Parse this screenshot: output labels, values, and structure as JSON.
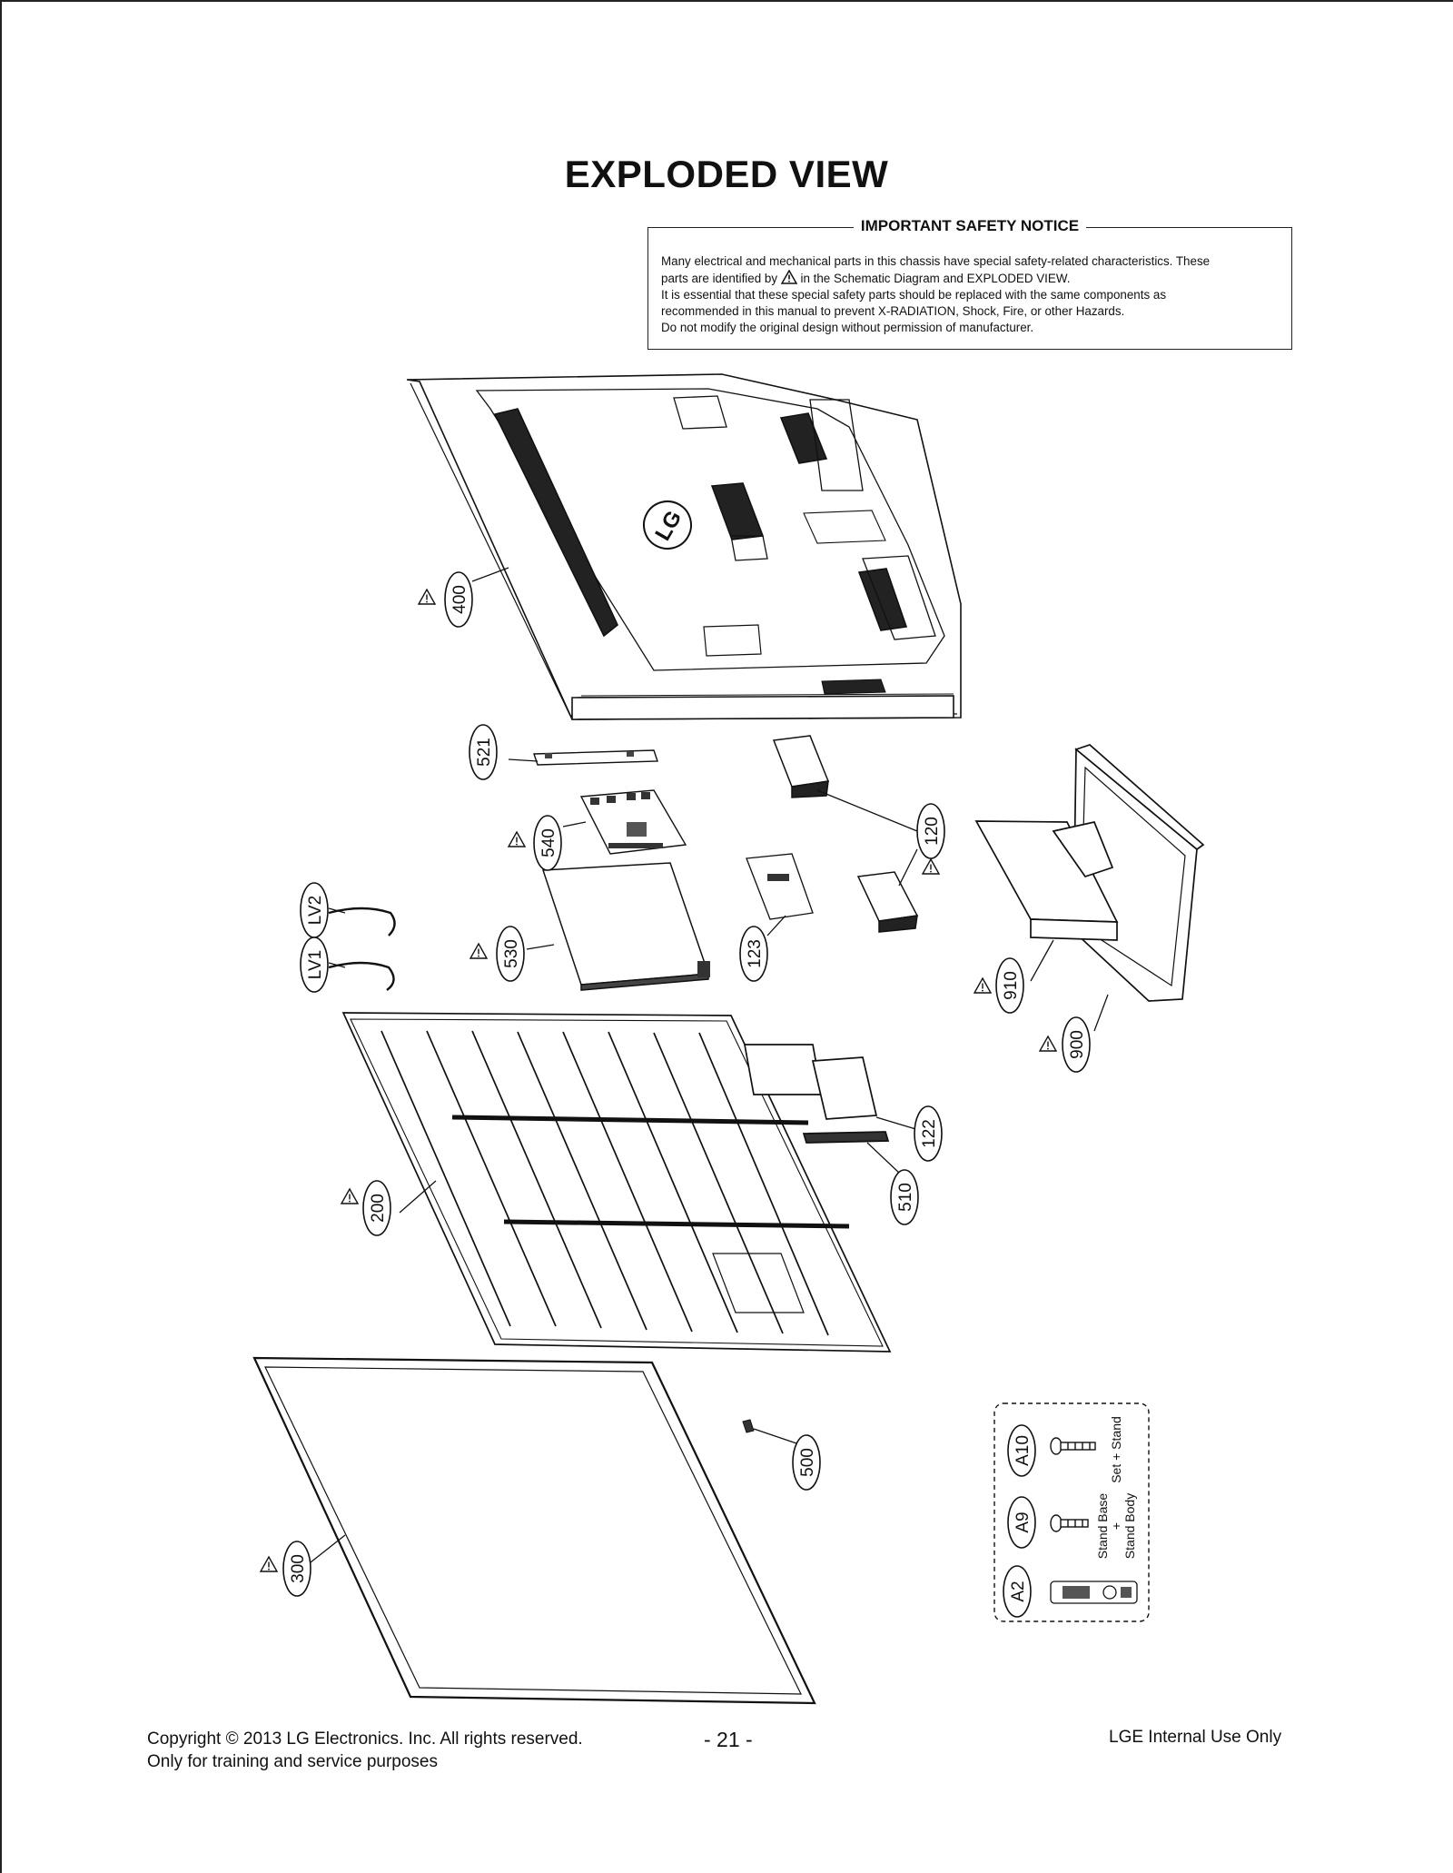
{
  "page": {
    "title": "EXPLODED VIEW"
  },
  "notice": {
    "heading": "IMPORTANT SAFETY NOTICE",
    "line1": "Many electrical and mechanical parts in this chassis have special safety-related characteristics. These",
    "line2a": "parts are identified by",
    "line2b": "in the Schematic Diagram and EXPLODED VIEW.",
    "line3": "It is essential that these special safety parts should be replaced with the same components as",
    "line4": "recommended in this manual to prevent X-RADIATION, Shock, Fire, or other Hazards.",
    "line5": "Do not modify the original design without permission of manufacturer."
  },
  "callouts": {
    "c400": "400",
    "c521": "521",
    "c540": "540",
    "c120": "120",
    "clv2": "LV2",
    "clv1": "LV1",
    "c530": "530",
    "c123": "123",
    "c910": "910",
    "c900": "900",
    "c122": "122",
    "c510": "510",
    "c200": "200",
    "c500": "500",
    "c300": "300",
    "ca10": "A10",
    "ca9": "A9",
    "ca2": "A2"
  },
  "accessories": {
    "a10_note": "Set + Stand",
    "a9_note_1": "Stand Base",
    "a9_note_2": "+",
    "a9_note_3": "Stand Body"
  },
  "logo_text": "LG",
  "footer": {
    "copyright": "Copyright  © 2013 LG Electronics. Inc. All rights reserved.",
    "purpose": "Only for training and service purposes",
    "page_number": "- 21 -",
    "internal": "LGE Internal Use Only"
  }
}
